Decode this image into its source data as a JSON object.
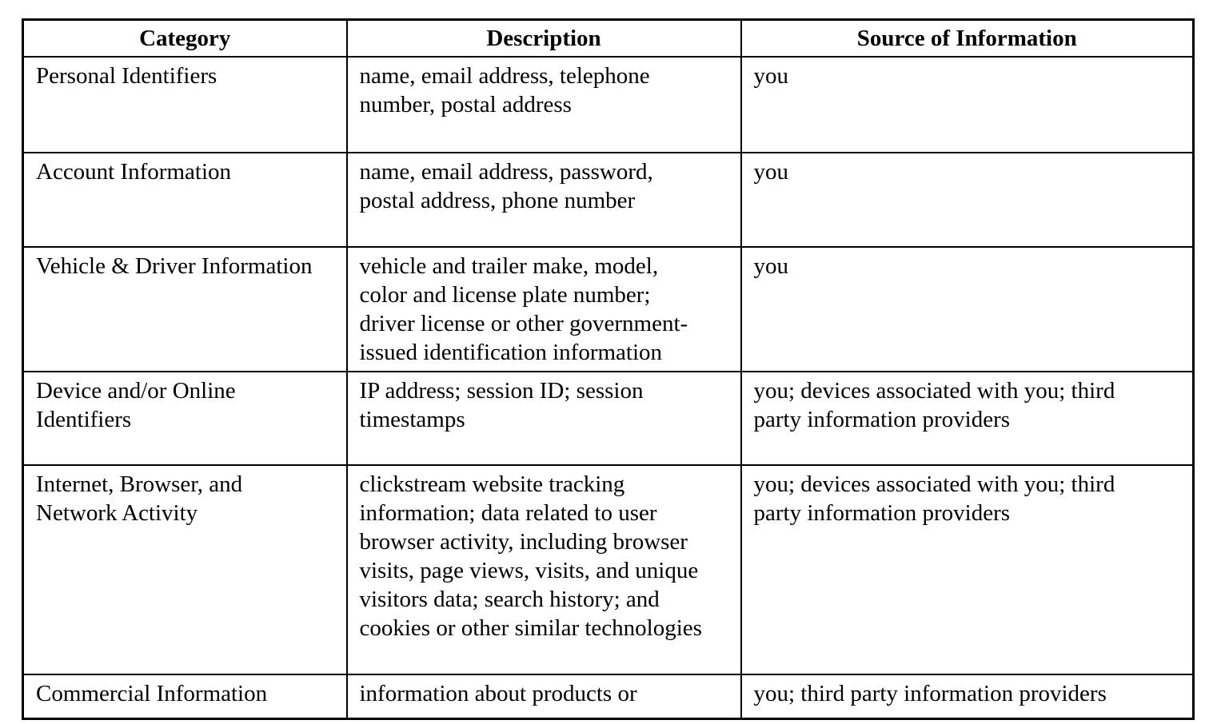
{
  "table": {
    "columns": [
      {
        "label": "Category"
      },
      {
        "label": "Description"
      },
      {
        "label": "Source of Information"
      }
    ],
    "rows": [
      {
        "category": "Personal Identifiers",
        "description": "name, email address, telephone\nnumber, postal address",
        "source": "you"
      },
      {
        "category": "Account Information",
        "description": "name, email address, password,\npostal address, phone number",
        "source": "you"
      },
      {
        "category": "Vehicle & Driver Information",
        "description": "vehicle and trailer make, model,\ncolor and license plate number;\ndriver license or other government-\nissued identification information",
        "source": "you"
      },
      {
        "category": "Device and/or Online\nIdentifiers",
        "description": "IP address; session ID; session\ntimestamps",
        "source": "you; devices associated with you; third\nparty information providers"
      },
      {
        "category": "Internet, Browser, and\nNetwork Activity",
        "description": "clickstream website tracking\ninformation; data related to user\nbrowser activity, including browser\nvisits, page views, visits, and unique\nvisitors data; search history; and\ncookies or other similar technologies",
        "source": "you; devices associated with you; third\nparty information providers"
      },
      {
        "category": "Commercial Information",
        "description": "information about products or",
        "source": "you; third party information providers"
      }
    ],
    "colors": {
      "border": "#000000",
      "text": "#000000",
      "background": "#ffffff"
    }
  }
}
